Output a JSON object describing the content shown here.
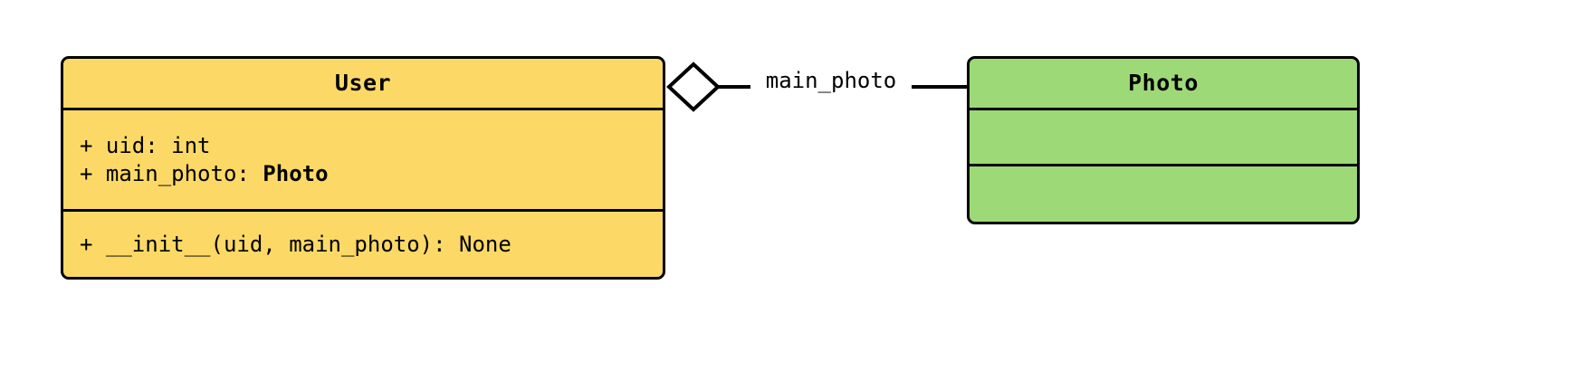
{
  "diagram": {
    "type": "uml-class-diagram",
    "background_color": "#ffffff",
    "classes": [
      {
        "id": "user",
        "name": "User",
        "fill_color": "#FCD966",
        "border_color": "#000000",
        "attributes": [
          {
            "visibility": "+",
            "text": "+ uid: int",
            "name": "uid",
            "type": "int",
            "type_bold": false
          },
          {
            "visibility": "+",
            "text": "+ main_photo: ",
            "name": "main_photo",
            "type": "Photo",
            "type_bold": true
          }
        ],
        "methods": [
          {
            "visibility": "+",
            "text": "+ __init__(uid, main_photo): None",
            "name": "__init__",
            "params": "uid, main_photo",
            "returns": "None"
          }
        ]
      },
      {
        "id": "photo",
        "name": "Photo",
        "fill_color": "#9ED977",
        "border_color": "#000000",
        "attributes": [],
        "methods": []
      }
    ],
    "relationships": [
      {
        "id": "user-main-photo",
        "kind": "aggregation",
        "source": "User",
        "target": "Photo",
        "label": "main_photo",
        "source_decoration": "hollow-diamond",
        "target_decoration": "none",
        "line_color": "#000000"
      }
    ]
  }
}
